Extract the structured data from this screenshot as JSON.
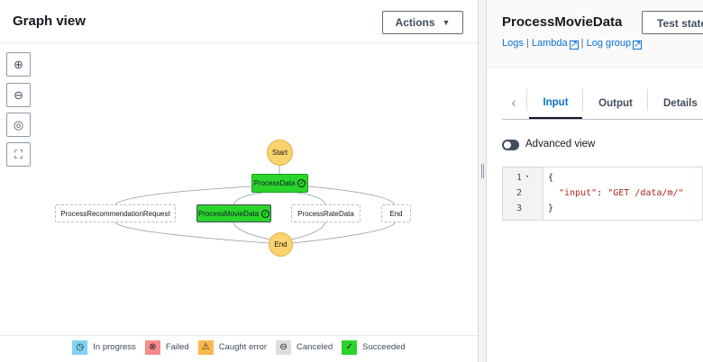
{
  "graph_panel": {
    "title": "Graph view",
    "actions_label": "Actions",
    "controls": [
      "zoom-in-icon",
      "zoom-out-icon",
      "center-icon",
      "fit-icon"
    ],
    "nodes": {
      "start": "Start",
      "process_data": "ProcessData",
      "branches": [
        "ProcessRecommendationRequest",
        "ProcessMovieData",
        "ProcessRateData",
        "End"
      ],
      "end": "End"
    },
    "legend": [
      {
        "label": "In progress",
        "color": "#7fd3f0"
      },
      {
        "label": "Failed",
        "color": "#f88a8a"
      },
      {
        "label": "Caught error",
        "color": "#ffb84d"
      },
      {
        "label": "Canceled",
        "color": "#dddddd"
      },
      {
        "label": "Succeeded",
        "color": "#2bd42b"
      }
    ]
  },
  "details_panel": {
    "title": "ProcessMovieData",
    "test_state_label": "Test state",
    "links": [
      "Logs",
      "Lambda",
      "Log group"
    ],
    "tabs": [
      "Input",
      "Output",
      "Details"
    ],
    "active_tab": "Input",
    "advanced_view_label": "Advanced view",
    "advanced_view_on": false,
    "code_lines": [
      "1",
      "2",
      "3"
    ],
    "code": {
      "open": "{",
      "key": "\"input\"",
      "colon": ": ",
      "value": "\"GET /data/m/\"",
      "close": "}"
    }
  }
}
